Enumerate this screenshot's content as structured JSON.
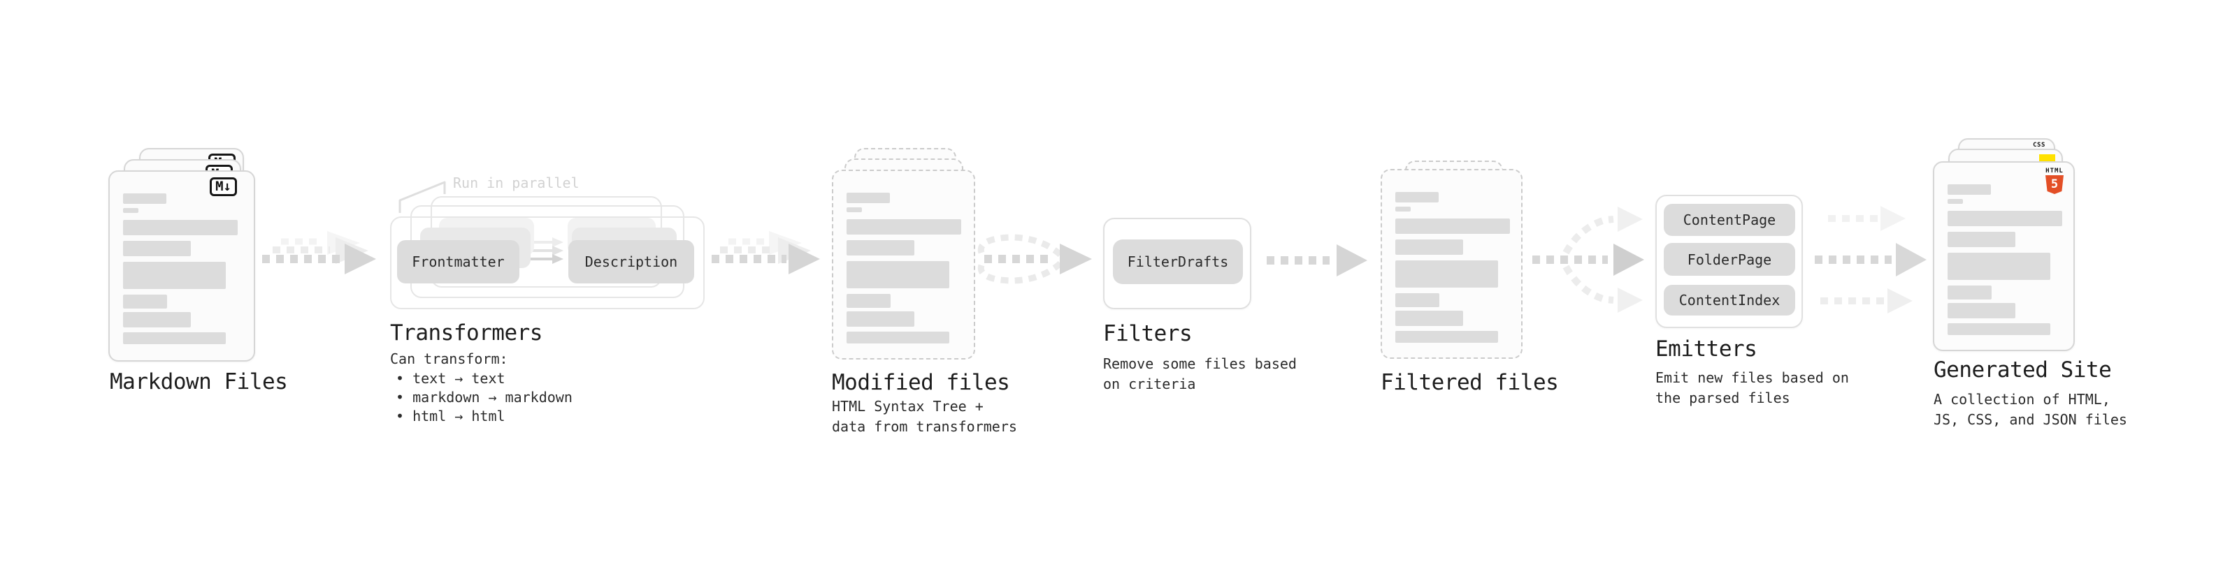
{
  "stages": {
    "markdown_files": {
      "label": "Markdown Files"
    },
    "transformers": {
      "label": "Transformers",
      "note": "Run in parallel",
      "pills": [
        "Frontmatter",
        "Description"
      ],
      "desc_title": "Can transform:",
      "bullets": [
        "• text → text",
        "• markdown → markdown",
        "• html → html"
      ]
    },
    "modified_files": {
      "label": "Modified files",
      "desc1": "HTML Syntax Tree +",
      "desc2": "data from transformers"
    },
    "filters": {
      "label": "Filters",
      "pill": "FilterDrafts",
      "desc1": "Remove some files based",
      "desc2": "on criteria"
    },
    "filtered_files": {
      "label": "Filtered files"
    },
    "emitters": {
      "label": "Emitters",
      "pills": [
        "ContentPage",
        "FolderPage",
        "ContentIndex"
      ],
      "desc1": "Emit new files based on",
      "desc2": "the parsed files"
    },
    "generated_site": {
      "label": "Generated Site",
      "desc1": "A collection of HTML,",
      "desc2": "JS, CSS, and JSON files"
    }
  },
  "icons": {
    "markdown_badge": "M↓",
    "html5_label": "HTML",
    "html5_number": "5",
    "css_label": "CSS"
  },
  "colors": {
    "html5_orange": "#e34f26",
    "js_yellow": "#ffe100",
    "css_blue": "#2962ff",
    "arrow_gray": "#d7d7d7",
    "ghost_gray": "#ececec",
    "pill_gray": "#dcdcdc",
    "note_gray": "#d2d2d2"
  }
}
